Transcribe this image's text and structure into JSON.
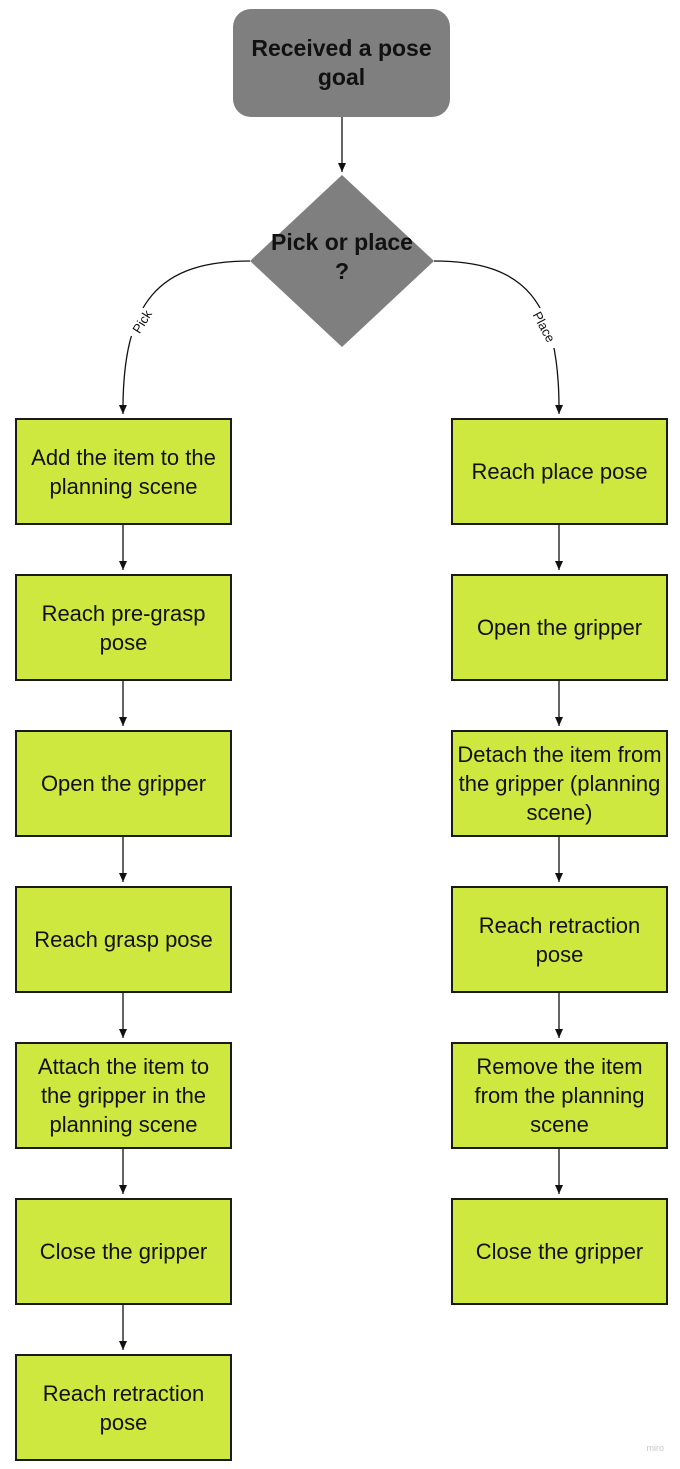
{
  "start": "Received a pose goal",
  "decision": "Pick or place ?",
  "branches": {
    "pick": "Pick",
    "place": "Place"
  },
  "pick_steps": [
    "Add the item to the planning scene",
    "Reach pre-grasp pose",
    "Open the gripper",
    "Reach grasp pose",
    "Attach the item to the gripper in the planning scene",
    "Close the gripper",
    "Reach retraction pose"
  ],
  "place_steps": [
    "Reach place pose",
    "Open the gripper",
    "Detach the item from the gripper (planning scene)",
    "Reach retraction pose",
    "Remove the item from the planning scene",
    "Close the gripper"
  ],
  "watermark": "miro",
  "colors": {
    "step_fill": "#cfe83f",
    "start_fill": "#7f7f7f",
    "decision_fill": "#7f7f7f"
  }
}
